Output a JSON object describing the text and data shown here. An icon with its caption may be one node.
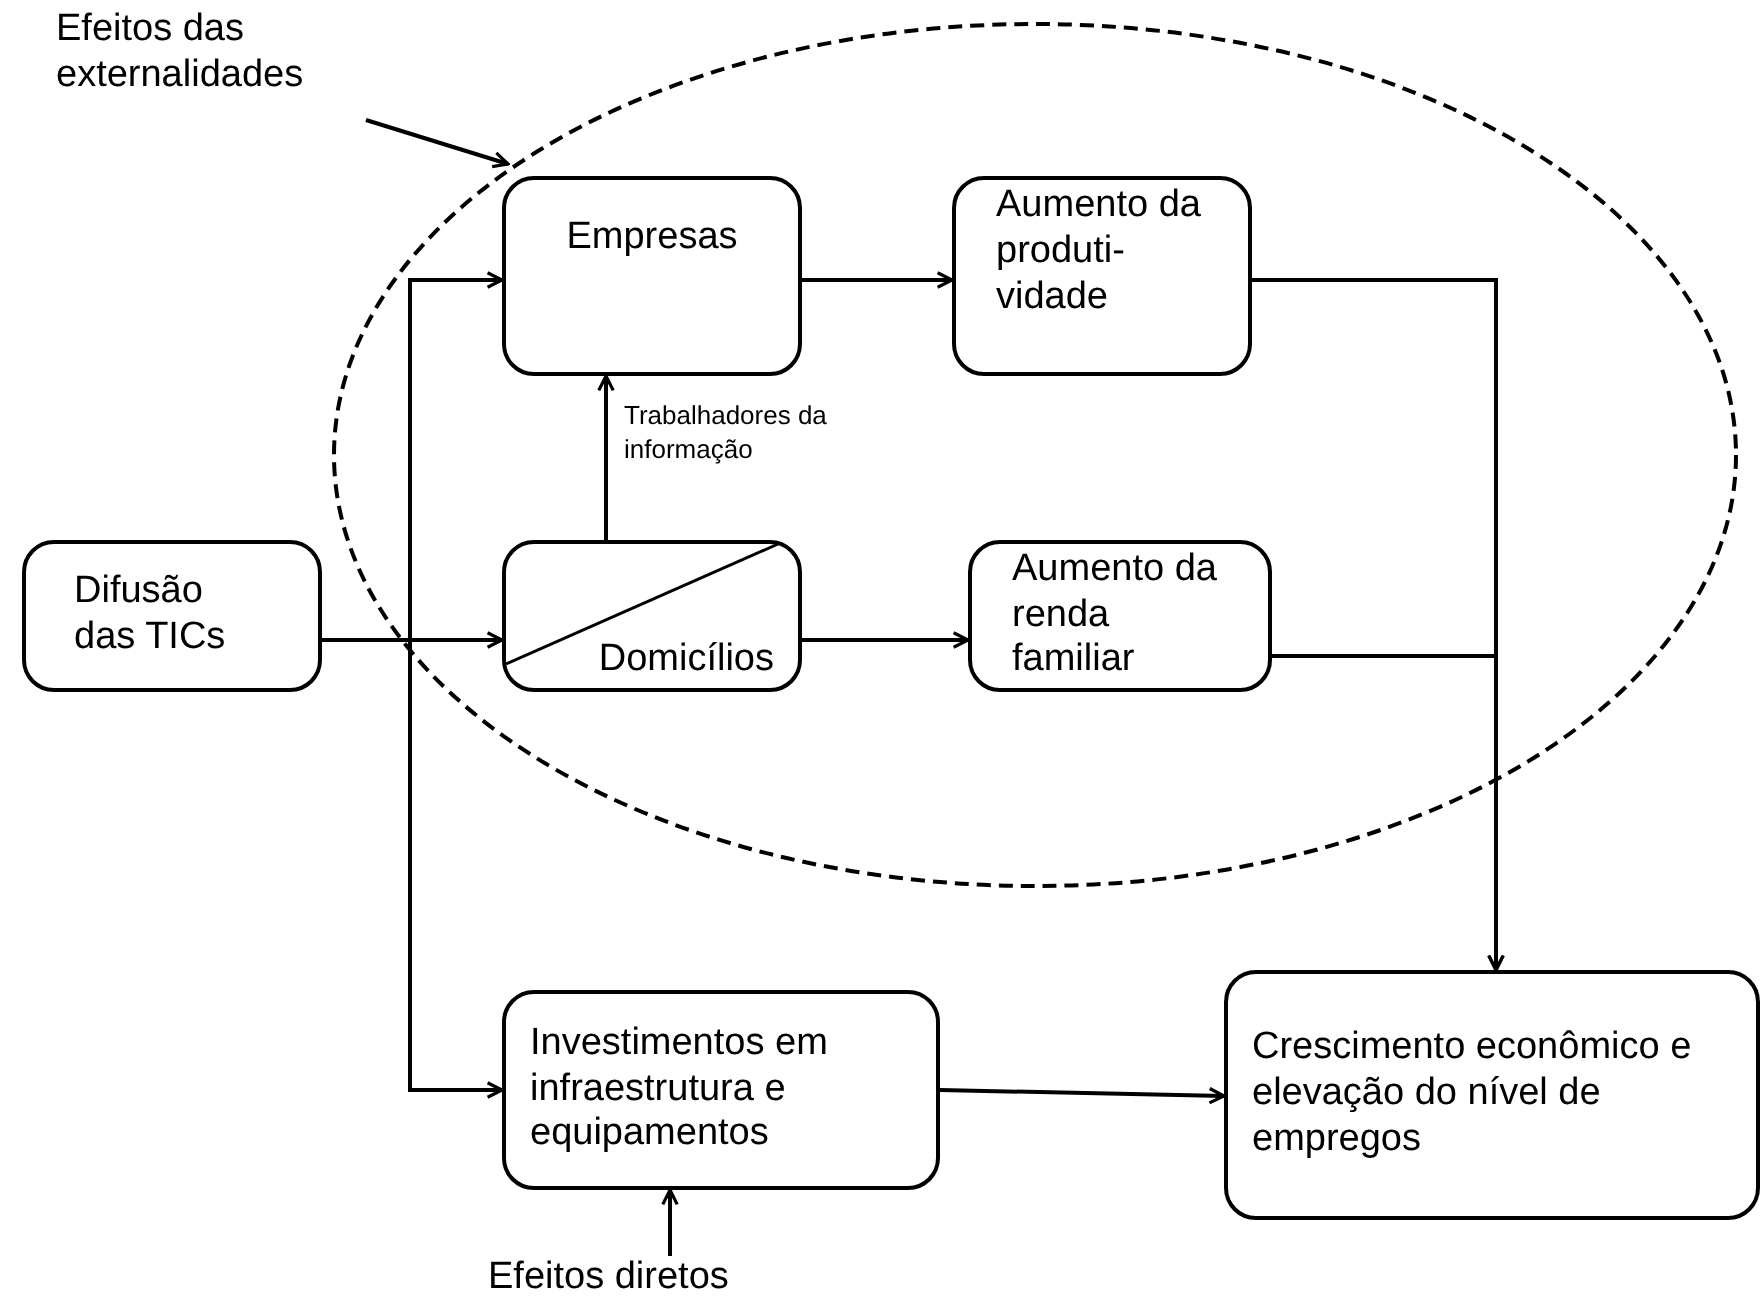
{
  "diagram": {
    "nodes": [
      {
        "text": [
          "Efeitos das externalidades"
        ]
      },
      {
        "text": [],
        "shape": "ellipse"
      },
      {
        "text": [
          "Empresas"
        ],
        "in": 1
      },
      {
        "text": [
          "Aumento da produti- vidade"
        ],
        "in": 1
      },
      {
        "text": [
          "Domicílios"
        ],
        "in": 1
      },
      {
        "text": [
          "Aumento da renda familiar"
        ],
        "in": 1
      },
      {
        "text": [
          "Difusão das TICs"
        ]
      },
      {
        "text": [
          "Investimentos em infraestrutura e equipamentos"
        ]
      },
      {
        "text": [
          "Crescimento econômico e elevação do nível de empregos"
        ]
      },
      {
        "text": [
          "Efeitos diretos"
        ]
      }
    ],
    "edges": [
      {
        "from": 0,
        "to": 1,
        "arrow": "to"
      },
      {
        "from": 6,
        "to": 2,
        "arrow": "to"
      },
      {
        "from": 6,
        "to": 4,
        "arrow": "to"
      },
      {
        "from": 6,
        "to": 7,
        "arrow": "to"
      },
      {
        "from": 4,
        "to": 2,
        "arrow": "to",
        "label": "Trabalhadores da informação"
      },
      {
        "from": 2,
        "to": 3,
        "arrow": "to"
      },
      {
        "from": 4,
        "to": 5,
        "arrow": "to"
      },
      {
        "from": 3,
        "to": 8,
        "arrow": "to"
      },
      {
        "from": 5,
        "to": 8,
        "arrow": "to"
      },
      {
        "from": 7,
        "to": 8,
        "arrow": "to"
      },
      {
        "from": 9,
        "to": 7,
        "arrow": "to"
      }
    ]
  }
}
